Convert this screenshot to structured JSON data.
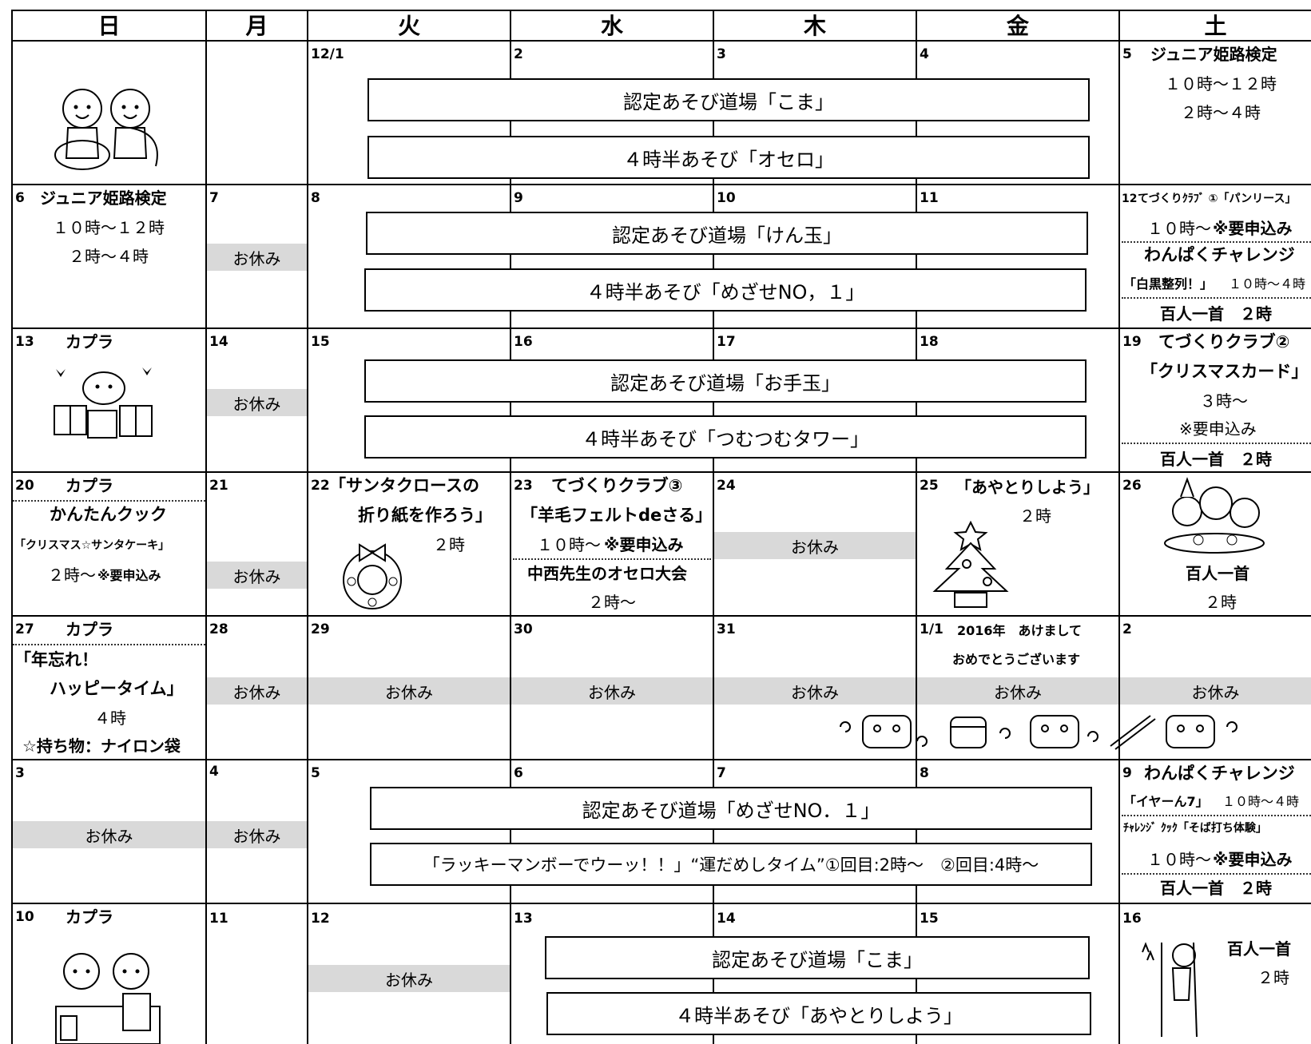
{
  "weekdays": [
    "日",
    "月",
    "火",
    "水",
    "木",
    "金",
    "土"
  ],
  "closed_label": "お休み",
  "rows": [
    {
      "days": [
        "",
        "",
        "12/1",
        "2",
        "3",
        "4",
        "5"
      ],
      "sat": [
        "ジュニア姫路検定",
        "１０時～１２時",
        "２時～４時"
      ],
      "banners": [
        "認定あそび道場「こま」",
        "４時半あそび「オセロ」"
      ]
    },
    {
      "days": [
        "6",
        "7",
        "8",
        "9",
        "10",
        "11",
        "12"
      ],
      "sun": [
        "ジュニア姫路検定",
        "１０時～１２時",
        "２時～４時"
      ],
      "sat": [
        "てづくりｸﾗﾌﾞ ①「パンリース」",
        "１０時～",
        "※要申込み",
        "わんぱくチャレンジ",
        "「白黒整列！」",
        "１０時～４時",
        "百人一首　２時"
      ],
      "banners": [
        "認定あそび道場「けん玉」",
        "４時半あそび「めざせNO，１」"
      ]
    },
    {
      "days": [
        "13",
        "14",
        "15",
        "16",
        "17",
        "18",
        "19"
      ],
      "sun": [
        "カプラ"
      ],
      "sat": [
        "てづくりクラブ②",
        "「クリスマスカード」",
        "３時～",
        "※要申込み",
        "百人一首　２時"
      ],
      "banners": [
        "認定あそび道場「お手玉」",
        "４時半あそび「つむつむタワー」"
      ]
    },
    {
      "days": [
        "20",
        "21",
        "22",
        "23",
        "24",
        "25",
        "26"
      ],
      "sun": [
        "カプラ",
        "かんたんクック",
        "「クリスマス☆サンタケーキ」",
        "２時～",
        "※要申込み"
      ],
      "tue": [
        "「サンタクロースの",
        "折り紙を作ろう」",
        "２時"
      ],
      "wed": [
        "てづくりクラブ③",
        "「羊毛フェルトdeさる」",
        "１０時～",
        "※要申込み",
        "中西先生のオセロ大会",
        "２時～"
      ],
      "fri": [
        "「あやとりしよう」",
        "２時"
      ],
      "sat": [
        "百人一首",
        "２時"
      ]
    },
    {
      "days": [
        "27",
        "28",
        "29",
        "30",
        "31",
        "1/1",
        "2"
      ],
      "sun": [
        "カプラ",
        "「年忘れ！",
        "ハッピータイム」",
        "４時",
        "☆持ち物：ナイロン袋"
      ],
      "fri": [
        "2016年　あけまして",
        "おめでとうございます"
      ]
    },
    {
      "days": [
        "3",
        "4",
        "5",
        "6",
        "7",
        "8",
        "9"
      ],
      "sat": [
        "わんぱくチャレンジ",
        "「イヤーん7」",
        "１０時～４時",
        "ﾁｬﾚﾝｼﾞ ｸｯｸ「そば打ち体験」",
        "１０時～",
        "※要申込み",
        "百人一首　２時"
      ],
      "banners": [
        "認定あそび道場「めざせNO．１」",
        "「ラッキーマンボーでウーッ！！」“運だめしタイム”①回目:2時～　②回目:4時～"
      ]
    },
    {
      "days": [
        "10",
        "11",
        "12",
        "13",
        "14",
        "15",
        "16"
      ],
      "sun": [
        "カプラ"
      ],
      "sat": [
        "百人一首",
        "２時"
      ],
      "banners": [
        "認定あそび道場「こま」",
        "４時半あそび「あやとりしよう」"
      ]
    }
  ]
}
